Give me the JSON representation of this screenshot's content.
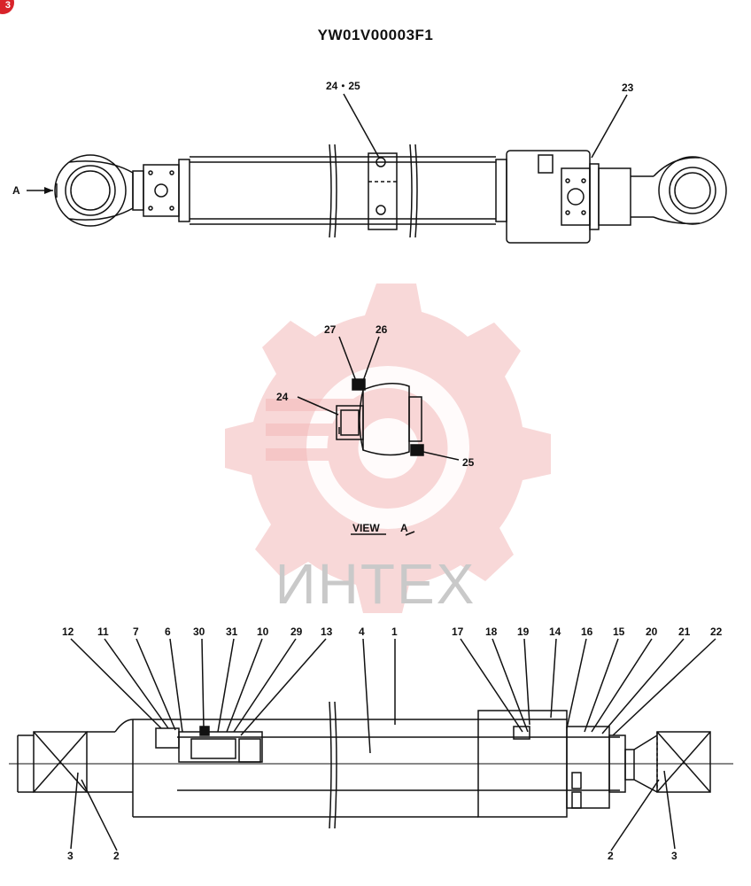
{
  "corner_badge": "3",
  "title": "YW01V00003F1",
  "watermark": "ИНТЕХ",
  "view_label": "VIEW",
  "view_letter": "A",
  "arrow_label": "A",
  "colors": {
    "line": "#111111",
    "watermark": "#f3b8b8",
    "badge": "#d8232a"
  },
  "top_labels": [
    {
      "id": "top-24-25",
      "text": "24・25"
    },
    {
      "id": "top-23",
      "text": "23"
    }
  ],
  "view_labels": [
    {
      "id": "v27",
      "text": "27"
    },
    {
      "id": "v26",
      "text": "26"
    },
    {
      "id": "v24",
      "text": "24"
    },
    {
      "id": "v25",
      "text": "25"
    }
  ],
  "section_labels": [
    {
      "id": "s12",
      "text": "12"
    },
    {
      "id": "s11",
      "text": "11"
    },
    {
      "id": "s7",
      "text": "7"
    },
    {
      "id": "s6",
      "text": "6"
    },
    {
      "id": "s30",
      "text": "30"
    },
    {
      "id": "s31",
      "text": "31"
    },
    {
      "id": "s10",
      "text": "10"
    },
    {
      "id": "s29",
      "text": "29"
    },
    {
      "id": "s13",
      "text": "13"
    },
    {
      "id": "s4",
      "text": "4"
    },
    {
      "id": "s1",
      "text": "1"
    },
    {
      "id": "s17",
      "text": "17"
    },
    {
      "id": "s18",
      "text": "18"
    },
    {
      "id": "s19",
      "text": "19"
    },
    {
      "id": "s14",
      "text": "14"
    },
    {
      "id": "s16",
      "text": "16"
    },
    {
      "id": "s15",
      "text": "15"
    },
    {
      "id": "s20",
      "text": "20"
    },
    {
      "id": "s21",
      "text": "21"
    },
    {
      "id": "s22",
      "text": "22"
    },
    {
      "id": "s3a",
      "text": "3"
    },
    {
      "id": "s2a",
      "text": "2"
    },
    {
      "id": "s2b",
      "text": "2"
    },
    {
      "id": "s3b",
      "text": "3"
    }
  ]
}
